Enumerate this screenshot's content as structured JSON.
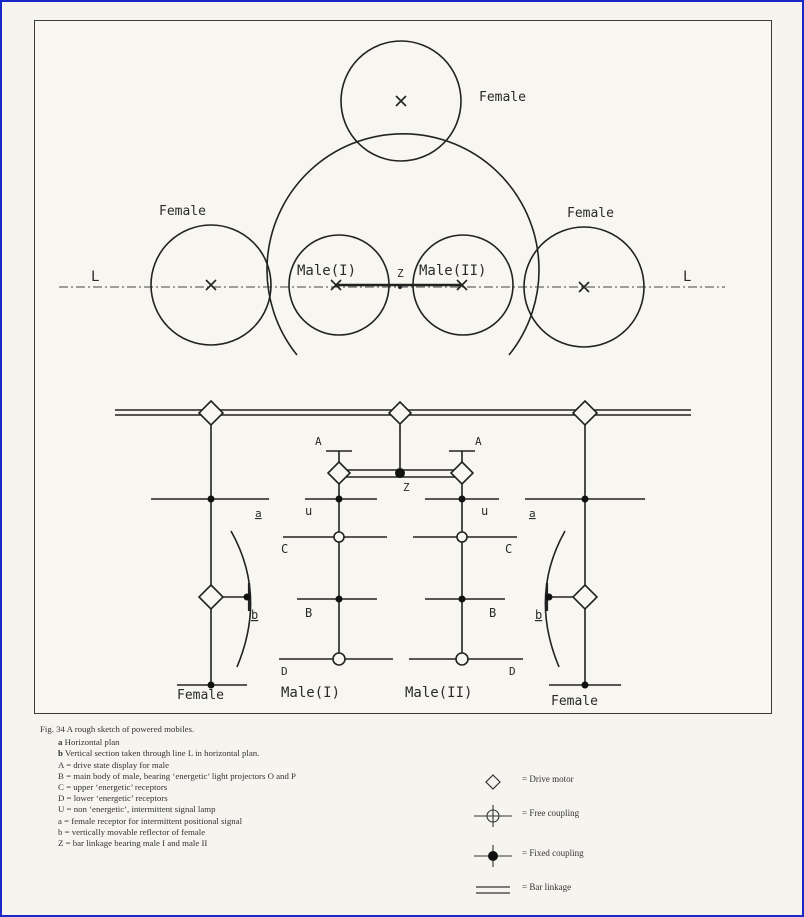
{
  "plan": {
    "female_top": "Female",
    "female_left": "Female",
    "female_right": "Female",
    "male_one": "Male(I)",
    "male_two": "Male(II)",
    "z": "Z",
    "line_left": "L",
    "line_right": "L"
  },
  "section": {
    "a_left": "A",
    "a_right": "A",
    "z": "Z",
    "sig_a_left": "a",
    "sig_a_right": "a",
    "u_left": "u",
    "u_right": "u",
    "c_left": "C",
    "c_right": "C",
    "b_left": "b",
    "b_right": "b",
    "B_left": "B",
    "B_right": "B",
    "d_left": "D",
    "d_right": "D",
    "female_left": "Female",
    "male_one": "Male(I)",
    "male_two": "Male(II)",
    "female_right": "Female"
  },
  "caption": {
    "title": "Fig. 34 A rough sketch of powered mobiles.",
    "a_key": "a",
    "a_text": " Horizontal plan",
    "b_key": "b",
    "b_text": " Vertical section taken through line L in horizontal plan.",
    "items": [
      "A = drive state display for male",
      "B = main body of male, bearing ‘energetic’ light projectors O and P",
      "C = upper ‘energetic’ receptors",
      "D = lower ‘energetic’ receptors",
      "U = non ‘energetic’, intermittent signal lamp",
      "a = female receptor for intermittent positional signal",
      "b = vertically movable reflector of female",
      "Z = bar linkage bearing male I and male II"
    ]
  },
  "legend": {
    "drive_motor": "= Drive motor",
    "free_coupling": "= Free coupling",
    "fixed_coupling": "= Fixed coupling",
    "bar_linkage": "= Bar linkage"
  }
}
